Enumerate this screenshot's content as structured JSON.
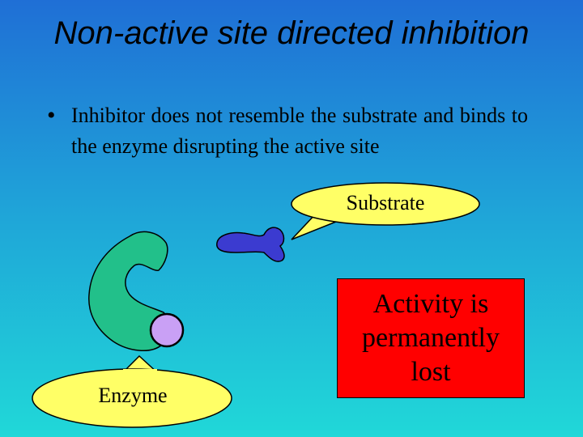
{
  "slide": {
    "title": "Non-active site directed inhibition",
    "bullet_marker": "•",
    "bullet_text": "Inhibitor does not resemble the substrate and binds to the enzyme disrupting the active site"
  },
  "diagram": {
    "substrate_label": "Substrate",
    "enzyme_label": "Enzyme",
    "activity_text": "Activity is permanently lost",
    "colors": {
      "enzyme": "#22c08a",
      "substrate": "#3b3bd0",
      "inhibitor": "#c9a0f5",
      "callout": "#ffff66",
      "activity_box": "#ff0000"
    }
  }
}
